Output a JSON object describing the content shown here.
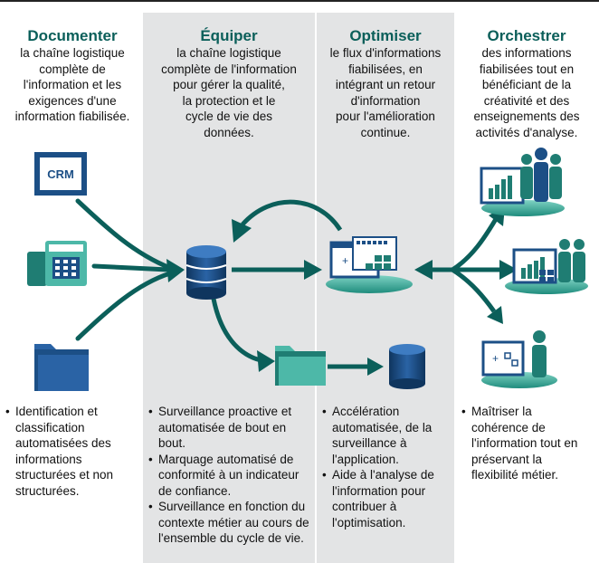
{
  "columns": [
    {
      "title": "Documenter",
      "lines": [
        "la chaîne logistique",
        "complète de",
        "l'information et les",
        "exigences d'une",
        "information fiabilisée."
      ],
      "bullets": [
        "Identification et classification automatisées des informations structurées et non structurées."
      ]
    },
    {
      "title": "Équiper",
      "lines": [
        "la chaîne logistique",
        "complète de l'information",
        "pour gérer la qualité,",
        "la protection et le",
        "cycle de vie des",
        "données."
      ],
      "bullets": [
        "Surveillance proactive et automatisée de bout en bout.",
        "Marquage automatisé de conformité à un indicateur de confiance.",
        "Surveillance en fonction du contexte métier au cours de l'ensemble du cycle de vie."
      ]
    },
    {
      "title": "Optimiser",
      "lines": [
        "le flux d'informations",
        "fiabilisées, en",
        "intégrant un retour",
        "d'information",
        "pour l'amélioration",
        "continue."
      ],
      "bullets": [
        "Accélération automatisée, de la surveillance à l'application.",
        "Aide à l'analyse de l'information pour contribuer à l'optimisation."
      ]
    },
    {
      "title": "Orchestrer",
      "lines": [
        "des informations",
        "fiabilisées tout en",
        "bénéficiant de la",
        "créativité et des",
        "enseignements des",
        "activités d'analyse."
      ],
      "bullets": [
        "Maîtriser la cohérence de l'information tout en préservant la flexibilité métier."
      ]
    }
  ],
  "icons": {
    "crm_label": "CRM",
    "names": [
      "crm-icon",
      "phone-icon",
      "folder-icon",
      "database-icon",
      "dashboard-icon",
      "folder-icon",
      "database-icon",
      "analytics-team-icon",
      "analytics-team-icon",
      "analyst-icon"
    ]
  },
  "colors": {
    "teal_dark": "#0b5f5a",
    "teal": "#1f7d73",
    "teal_light": "#4db8a8",
    "blue_dark": "#17406b",
    "blue": "#2a63a5",
    "band_gray": "#e3e4e5"
  }
}
